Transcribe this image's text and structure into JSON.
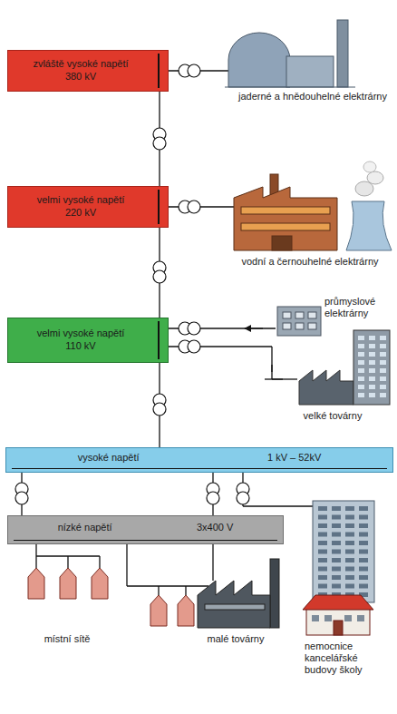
{
  "diagram": {
    "nodes": [
      {
        "text": [
          "zvláště vysoké napětí",
          "380 kV"
        ]
      },
      {
        "text": [
          "velmi vysoké napětí",
          "220 kV"
        ]
      },
      {
        "text": [
          "velmi vysoké napětí",
          "110 kV"
        ]
      },
      {
        "text": [
          "vysoké napětí",
          "1 kV – 52kV"
        ]
      },
      {
        "text": [
          "nízké napětí",
          "3x400 V"
        ]
      }
    ],
    "edges": [
      {
        "from": 0,
        "to": 1,
        "arrow": "none"
      },
      {
        "from": 1,
        "to": 2,
        "arrow": "none"
      },
      {
        "from": 2,
        "to": 3,
        "arrow": "none"
      },
      {
        "from": 3,
        "to": 4,
        "arrow": "none"
      }
    ],
    "labels": [
      "jaderné a hnědouhelné elektrárny",
      "vodní a černouhelné elektrárny",
      "průmyslové elektrárny",
      "velké továrny",
      "místní sítě",
      "malé továrny",
      "nemocnice kancelářské budovy školy"
    ]
  }
}
